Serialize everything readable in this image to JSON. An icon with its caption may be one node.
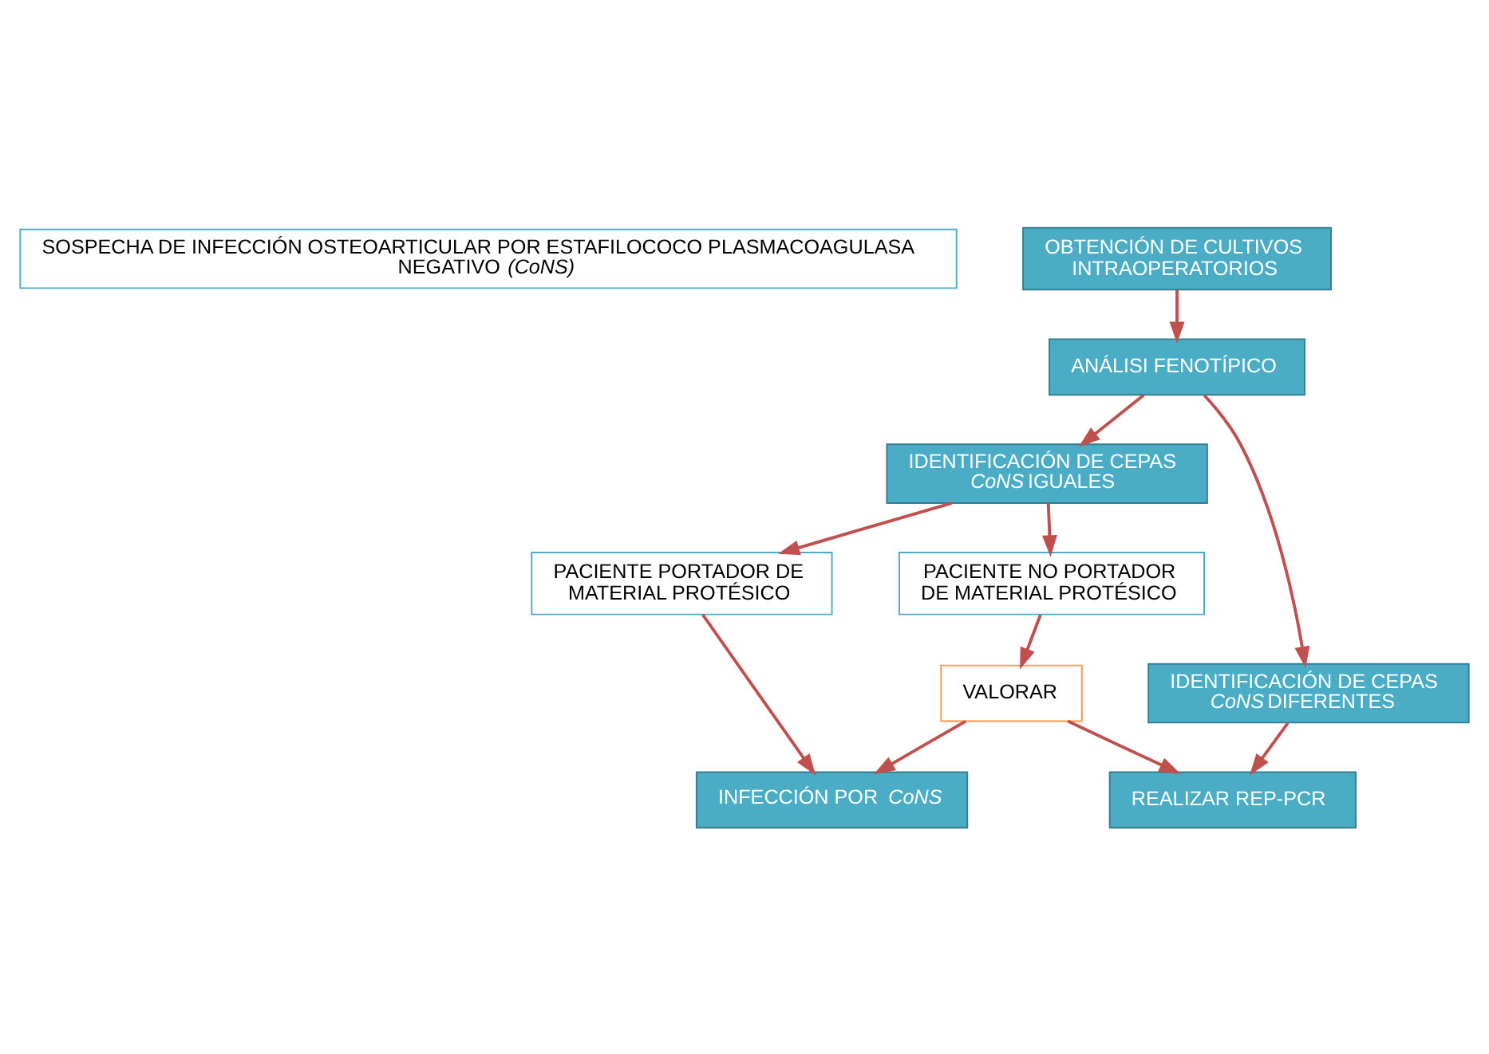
{
  "diagram": {
    "nodes": [
      {
        "text": [
          "SOSPECHA DE INFECCIÓN OSTEOARTICULAR POR ESTAFILOCOCO PLASMACOAGULASA NEGATIVO *(CoNS)*"
        ]
      },
      {
        "text": [
          "OBTENCIÓN DE CULTIVOS INTRAOPERATORIOS"
        ]
      },
      {
        "text": [
          "ANÁLISI FENOTÍPICO"
        ]
      },
      {
        "text": [
          "IDENTIFICACIÓN DE CEPAS *CoNS* IGUALES"
        ]
      },
      {
        "text": [
          "IDENTIFICACIÓN DE CEPAS *CoNS* DIFERENTES"
        ]
      },
      {
        "text": [
          "PACIENTE PORTADOR DE MATERIAL PROTÉSICO"
        ]
      },
      {
        "text": [
          "PACIENTE NO PORTADOR DE MATERIAL PROTÉSICO"
        ]
      },
      {
        "text": [
          "VALORAR"
        ]
      },
      {
        "text": [
          "INFECCIÓN POR *CoNS*"
        ]
      },
      {
        "text": [
          "REALIZAR REP-PCR"
        ]
      }
    ],
    "edges": [
      {
        "from": 1,
        "to": 2,
        "arrow": "to"
      },
      {
        "from": 2,
        "to": 3,
        "arrow": "to"
      },
      {
        "from": 2,
        "to": 4,
        "arrow": "to"
      },
      {
        "from": 3,
        "to": 5,
        "arrow": "to"
      },
      {
        "from": 3,
        "to": 6,
        "arrow": "to"
      },
      {
        "from": 5,
        "to": 8,
        "arrow": "to"
      },
      {
        "from": 6,
        "to": 7,
        "arrow": "to"
      },
      {
        "from": 7,
        "to": 8,
        "arrow": "to"
      },
      {
        "from": 7,
        "to": 9,
        "arrow": "to"
      },
      {
        "from": 4,
        "to": 9,
        "arrow": "to"
      }
    ]
  }
}
